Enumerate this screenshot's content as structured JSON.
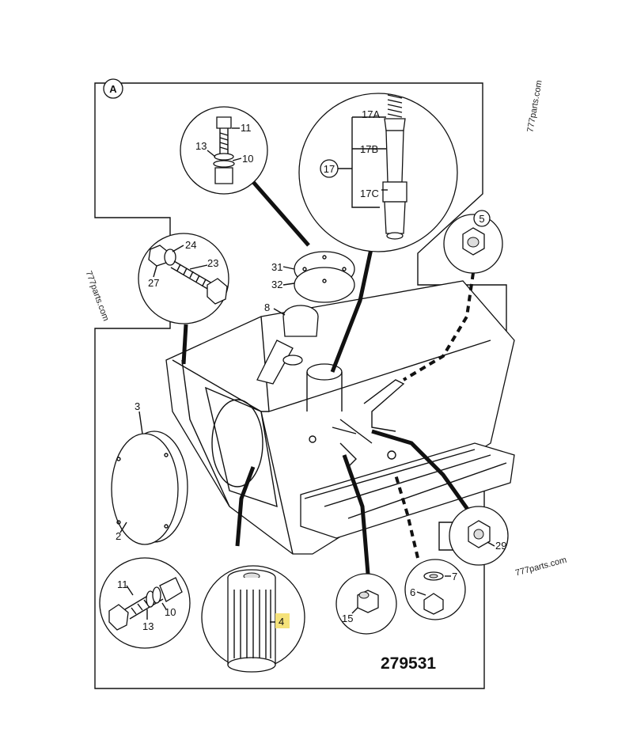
{
  "drawing_number": "279531",
  "view_ref": "A",
  "watermarks": [
    "777parts.com",
    "777parts.com",
    "777parts.com"
  ],
  "labels": {
    "p11a": "11",
    "p13a": "13",
    "p10a": "10",
    "p17a": "17A",
    "p17b": "17B",
    "p17c": "17C",
    "p17": "17",
    "p5": "5",
    "p24": "24",
    "p23": "23",
    "p27": "27",
    "p31": "31",
    "p32": "32",
    "p8": "8",
    "p3": "3",
    "p2": "2",
    "p11b": "11",
    "p10b": "10",
    "p13b": "13",
    "p4": "4",
    "p15": "15",
    "p7": "7",
    "p6": "6",
    "p29": "29"
  },
  "colors": {
    "line": "#111111",
    "highlight": "#f5e27a"
  }
}
